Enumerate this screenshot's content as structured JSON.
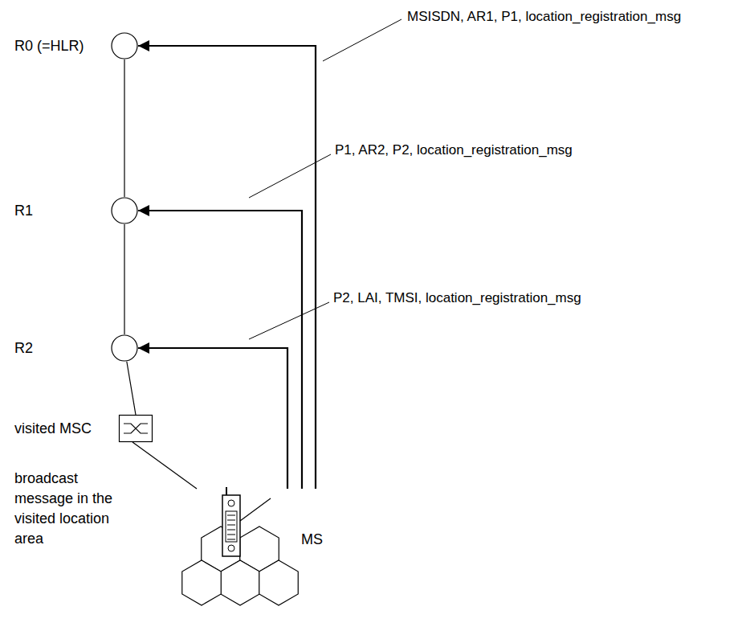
{
  "diagram": {
    "nodes": [
      {
        "text": [
          "R0 (=HLR)"
        ]
      },
      {
        "text": [
          "R1"
        ]
      },
      {
        "text": [
          "R2"
        ]
      },
      {
        "text": [
          "visited MSC"
        ]
      },
      {
        "text": [
          "MS"
        ]
      }
    ],
    "edges": [
      {
        "from": 0,
        "to": 1,
        "arrow": "none"
      },
      {
        "from": 1,
        "to": 2,
        "arrow": "none"
      },
      {
        "from": 2,
        "to": 3,
        "arrow": "none"
      },
      {
        "from": 3,
        "to": 4,
        "arrow": "none"
      },
      {
        "from": 4,
        "to": 0,
        "arrow": "to",
        "label": "MSISDN, AR1, P1, location_registration_msg"
      },
      {
        "from": 4,
        "to": 1,
        "arrow": "to",
        "label": "P1, AR2, P2, location_registration_msg"
      },
      {
        "from": 4,
        "to": 2,
        "arrow": "to",
        "label": "P2, LAI, TMSI, location_registration_msg"
      }
    ],
    "labels": [
      "broadcast message in the visited location area"
    ]
  }
}
